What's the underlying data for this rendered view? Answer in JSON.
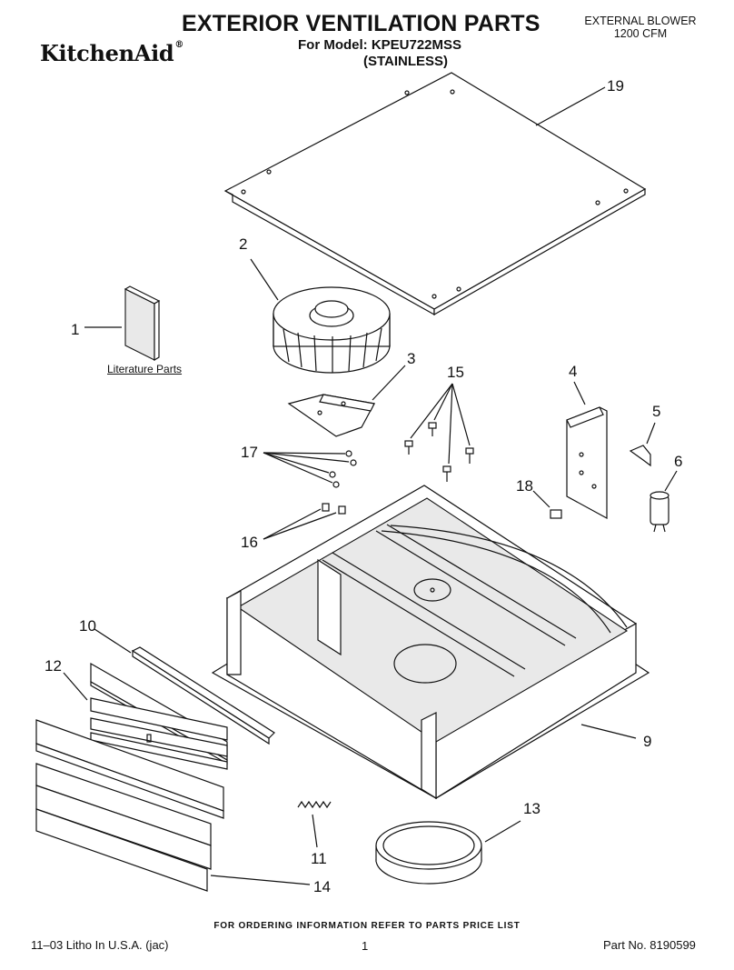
{
  "header": {
    "brand": "KitchenAid",
    "brand_mark": "®",
    "title": "EXTERIOR VENTILATION PARTS",
    "model_line": "For Model: KPEU722MSS",
    "variant": "(STAINLESS)",
    "blower_line1": "EXTERNAL BLOWER",
    "blower_line2": "1200 CFM"
  },
  "diagram": {
    "literature_label": "Literature Parts",
    "callouts": {
      "c1": "1",
      "c2": "2",
      "c3": "3",
      "c4": "4",
      "c5": "5",
      "c6": "6",
      "c9": "9",
      "c10": "10",
      "c11": "11",
      "c12": "12",
      "c13": "13",
      "c14": "14",
      "c15": "15",
      "c16": "16",
      "c17": "17",
      "c18": "18",
      "c19": "19"
    }
  },
  "footer": {
    "order_note": "FOR ORDERING INFORMATION REFER TO PARTS PRICE LIST",
    "litho": "11–03 Litho In U.S.A. (jac)",
    "page": "1",
    "part_no": "Part No. 8190599"
  }
}
